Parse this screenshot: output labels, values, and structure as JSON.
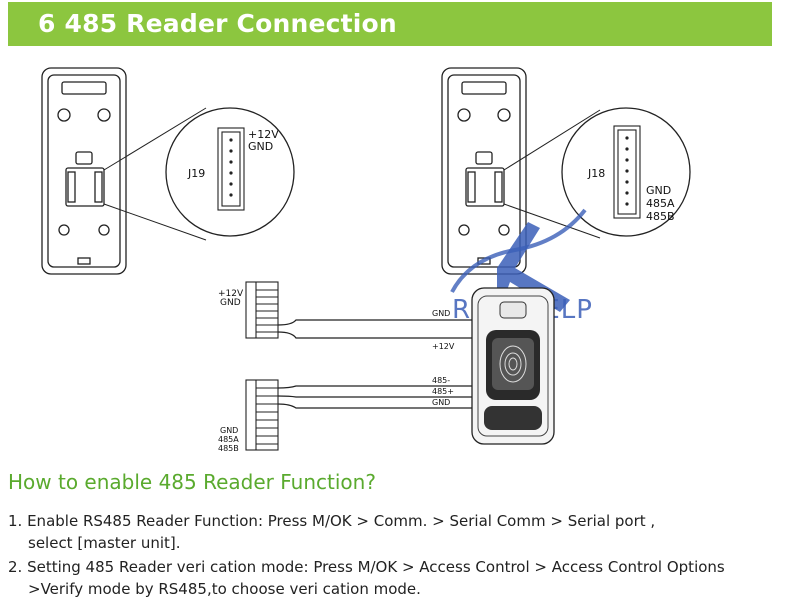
{
  "header": {
    "title": "6 485 Reader Connection"
  },
  "colors": {
    "header_bg": "#8cc63f",
    "question_text": "#5aaa2e",
    "watermark_blue": "#3b5fb8"
  },
  "diagram": {
    "left_device": {
      "connector": "J19",
      "pins": [
        "+12V",
        "GND"
      ]
    },
    "right_device": {
      "connector": "J18",
      "pins": [
        "GND",
        "485A",
        "485B"
      ]
    },
    "cable_top": {
      "labels": [
        "+12V",
        "GND"
      ],
      "wire_labels": [
        "GND",
        "+12V"
      ]
    },
    "cable_bottom": {
      "labels": [
        "GND",
        "485A",
        "485B"
      ],
      "wire_labels": [
        "485-",
        "485+",
        "GND"
      ]
    },
    "watermark": "REALHELP"
  },
  "instructions": {
    "question": "How to enable 485 Reader Function?",
    "step1_line1": "1. Enable RS485 Reader Function: Press M/OK > Comm. > Serial Comm > Serial port ,",
    "step1_line2": "select [master unit].",
    "step2_line1": "2. Setting 485 Reader veri   cation mode: Press M/OK > Access Control > Access Control Options",
    "step2_line2": ">Verify mode by RS485,to choose veri   cation mode."
  }
}
